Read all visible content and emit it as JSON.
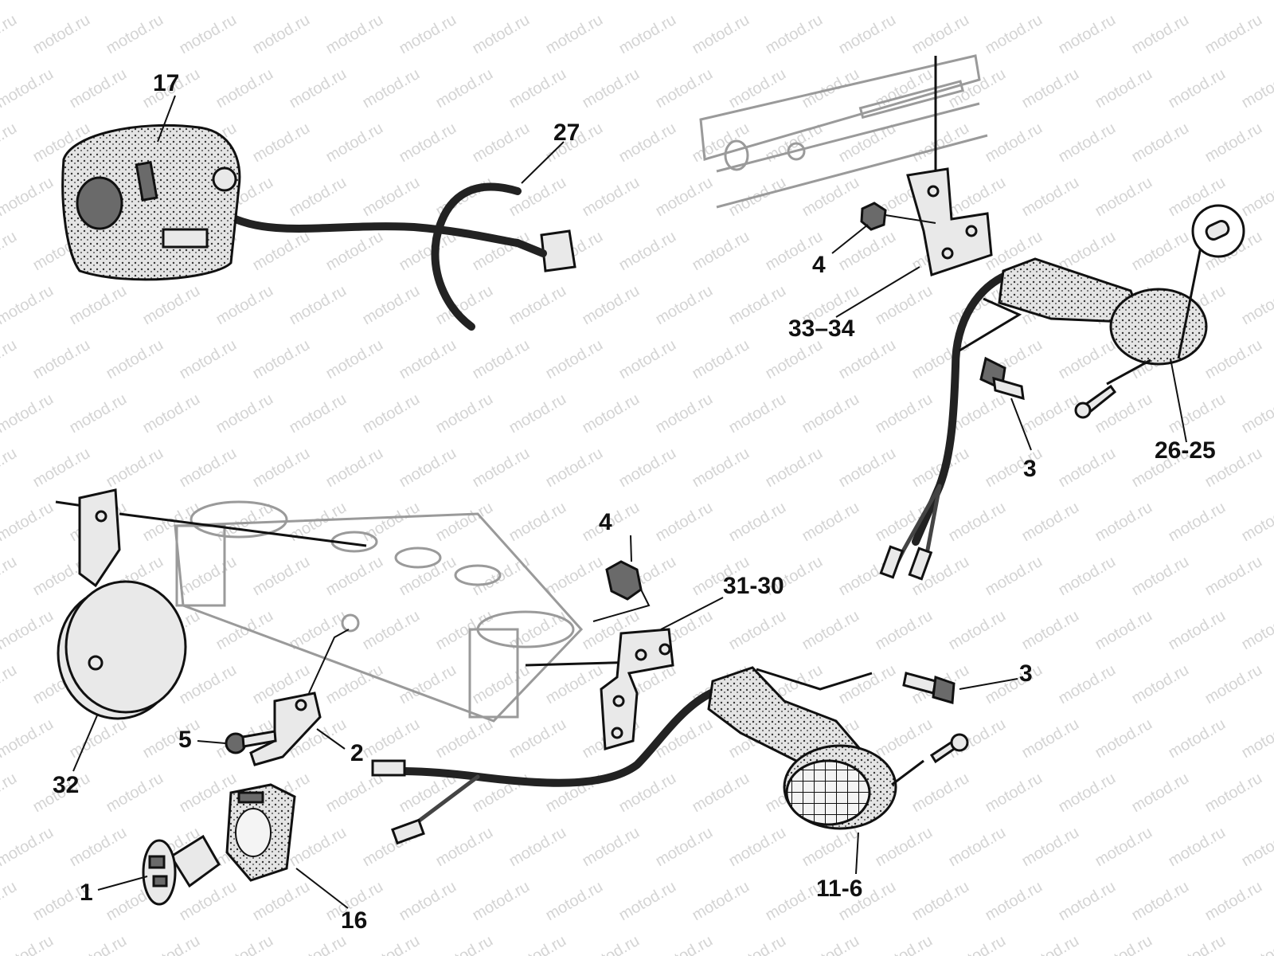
{
  "watermark": {
    "text": "motod.ru"
  },
  "callouts": {
    "c17": "17",
    "c27": "27",
    "c4_top": "4",
    "c33_34": "33–34",
    "c26_25": "26-25",
    "c3_top": "3",
    "c4_mid": "4",
    "c31_30": "31-30",
    "c3_mid": "3",
    "c5": "5",
    "c2": "2",
    "c32": "32",
    "c1": "1",
    "c16": "16",
    "c11_6": "11-6"
  }
}
